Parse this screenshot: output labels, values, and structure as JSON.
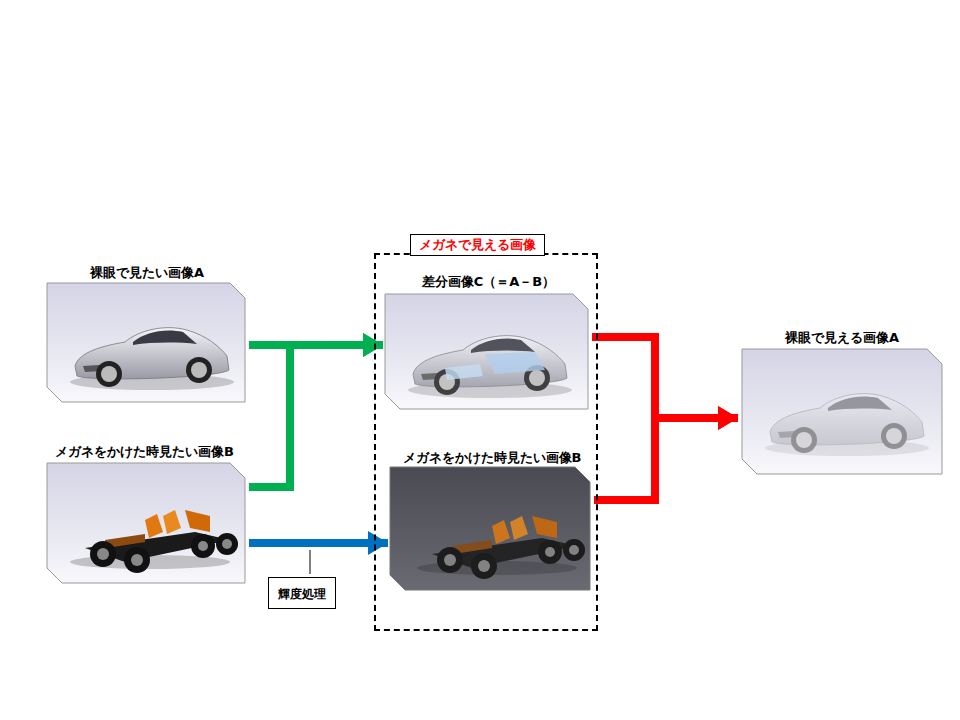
{
  "diagram": {
    "nodes": [
      {
        "text": [
          "裸眼で見たい画像A"
        ]
      },
      {
        "text": [
          "メガネをかけた時見たい画像B"
        ]
      },
      {
        "text": [
          "メガネで見える画像"
        ]
      },
      {
        "text": [
          "差分画像C（＝A－B）"
        ],
        "in": 2
      },
      {
        "text": [
          "メガネをかけた時見たい画像B"
        ],
        "in": 2
      },
      {
        "text": [
          "裸眼で見える画像A"
        ]
      }
    ],
    "edges": [
      {
        "from": 0,
        "to": 3,
        "arrow": "to"
      },
      {
        "from": 1,
        "to": 3,
        "arrow": "to"
      },
      {
        "from": 1,
        "to": 4,
        "arrow": "to"
      },
      {
        "from": 3,
        "to": 5,
        "arrow": "to"
      },
      {
        "from": 4,
        "to": 5,
        "arrow": "to"
      }
    ],
    "labels": [
      "輝度処理"
    ]
  }
}
